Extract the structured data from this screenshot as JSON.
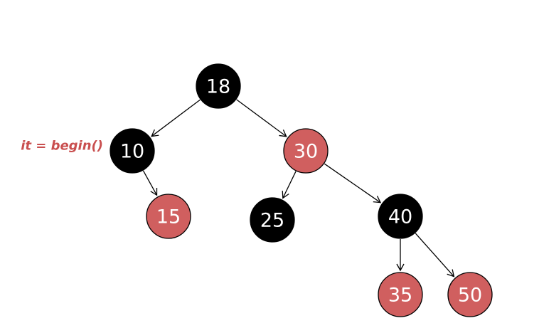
{
  "colors": {
    "black_node": "#000000",
    "red_node": "#d05f5f",
    "edge": "#000000",
    "annotation": "#c94f4f"
  },
  "tree": {
    "nodes": [
      {
        "id": "n18",
        "label": "18",
        "color": "black"
      },
      {
        "id": "n10",
        "label": "10",
        "color": "black"
      },
      {
        "id": "n30",
        "label": "30",
        "color": "red"
      },
      {
        "id": "n15",
        "label": "15",
        "color": "red"
      },
      {
        "id": "n25",
        "label": "25",
        "color": "black"
      },
      {
        "id": "n40",
        "label": "40",
        "color": "black"
      },
      {
        "id": "n35",
        "label": "35",
        "color": "red"
      },
      {
        "id": "n50",
        "label": "50",
        "color": "red"
      }
    ],
    "edges": [
      {
        "from": "n18",
        "to": "n10"
      },
      {
        "from": "n18",
        "to": "n30"
      },
      {
        "from": "n10",
        "to": "n15"
      },
      {
        "from": "n30",
        "to": "n25"
      },
      {
        "from": "n30",
        "to": "n40"
      },
      {
        "from": "n40",
        "to": "n35"
      },
      {
        "from": "n40",
        "to": "n50"
      }
    ]
  },
  "annotation": {
    "text": "it = begin()",
    "target": "n10"
  }
}
